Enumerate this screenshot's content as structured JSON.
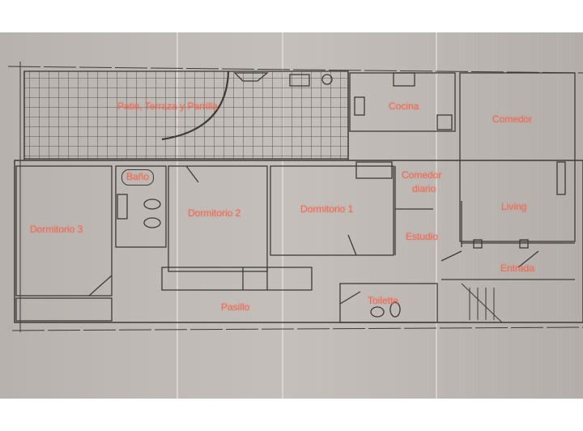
{
  "plan": {
    "background_color": "#bcb7b2",
    "line_color": "#3d3a37",
    "label_color": "#f06a55",
    "rooms": [
      {
        "id": "patio",
        "label": "Patio, Terraza y Parrilla"
      },
      {
        "id": "cocina",
        "label": "Cocina"
      },
      {
        "id": "comedor",
        "label": "Comedor"
      },
      {
        "id": "bano",
        "label": "Baño"
      },
      {
        "id": "dormitorio3",
        "label": "Dormitorio 3"
      },
      {
        "id": "dormitorio2",
        "label": "Dormitorio 2"
      },
      {
        "id": "dormitorio1",
        "label": "Dormitorio 1"
      },
      {
        "id": "comedor_diario_1",
        "label": "Comedor"
      },
      {
        "id": "comedor_diario_2",
        "label": "diario"
      },
      {
        "id": "living",
        "label": "Living"
      },
      {
        "id": "estudio",
        "label": "Estudio"
      },
      {
        "id": "entrada",
        "label": "Entrada"
      },
      {
        "id": "pasillo",
        "label": "Pasillo"
      },
      {
        "id": "toilette",
        "label": "Toilette"
      }
    ]
  }
}
